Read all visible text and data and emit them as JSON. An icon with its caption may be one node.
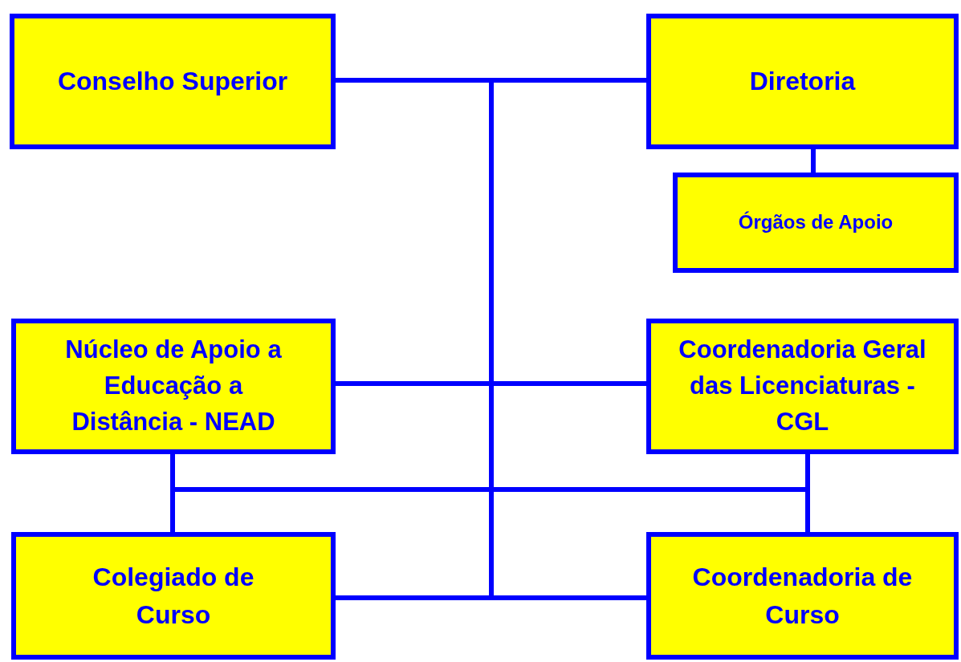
{
  "diagram": {
    "nodes": [
      {
        "text": [
          "Conselho Superior"
        ]
      },
      {
        "text": [
          "Diretoria"
        ]
      },
      {
        "text": [
          "Órgãos de Apoio"
        ]
      },
      {
        "text": [
          "Núcleo de Apoio a Educação a Distância - NEAD"
        ]
      },
      {
        "text": [
          "Coordenadoria Geral das Licenciaturas - CGL"
        ]
      },
      {
        "text": [
          "Colegiado de Curso"
        ]
      },
      {
        "text": [
          "Coordenadoria de Curso"
        ]
      }
    ],
    "edges": [
      {
        "from": 0,
        "to": 1,
        "arrow": "none"
      },
      {
        "from": 1,
        "to": 2,
        "arrow": "none"
      },
      {
        "from": 3,
        "to": 4,
        "arrow": "none"
      },
      {
        "from": 5,
        "to": 6,
        "arrow": "none"
      },
      {
        "from": 0,
        "to": 5,
        "arrow": "none"
      },
      {
        "from": 1,
        "to": 6,
        "arrow": "none"
      },
      {
        "from": 3,
        "to": 5,
        "arrow": "none"
      },
      {
        "from": 4,
        "to": 6,
        "arrow": "none"
      },
      {
        "from": 3,
        "to": 6,
        "arrow": "none"
      },
      {
        "from": 4,
        "to": 5,
        "arrow": "none"
      }
    ]
  }
}
